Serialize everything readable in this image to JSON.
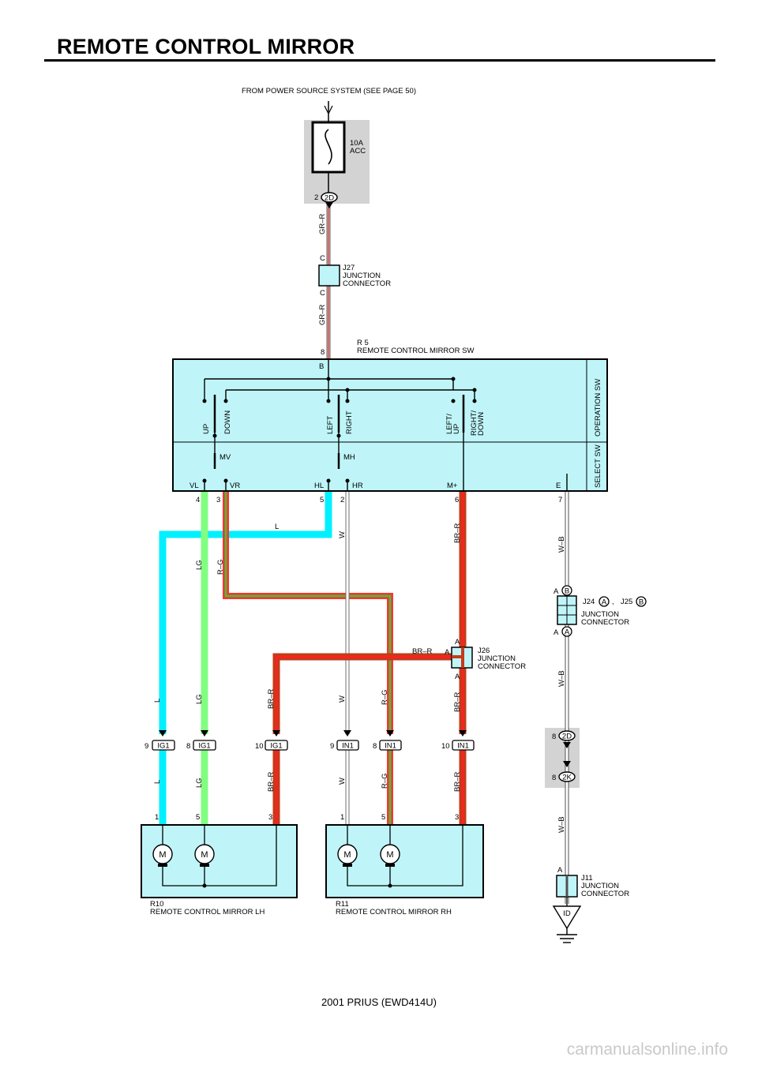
{
  "title": "REMOTE CONTROL MIRROR",
  "footer": "2001 PRIUS (EWD414U)",
  "watermark": "carmanualsonline.info",
  "colors": {
    "L": "#00f0ff",
    "LG": "#80ff80",
    "R-G": "#ff3333",
    "BR-R": "#c43a1a",
    "W": "#ffffff",
    "W-B": "#ffffff",
    "GR-R": "#e6b8b8",
    "panel": "#bff5f8",
    "gray": "#d3d3d3"
  },
  "power": {
    "from": "FROM POWER SOURCE SYSTEM (SEE PAGE 50)",
    "fuse_amp": "10A",
    "fuse_name": "ACC",
    "conn_pin": "2",
    "conn_id": "2D"
  },
  "wires": {
    "gr_r": "GR–R",
    "l": "L",
    "lg": "LG",
    "r_g": "R–G",
    "w": "W",
    "br_r": "BR–R",
    "w_b": "W–B"
  },
  "j27": {
    "pin_top": "C",
    "pin_bottom": "C",
    "id": "J27",
    "line1": "JUNCTION",
    "line2": "CONNECTOR"
  },
  "r5": {
    "id": "R 5",
    "name": "REMOTE CONTROL MIRROR SW",
    "pin8": "8",
    "term_b": "B",
    "operation_label": "OPERATION SW",
    "select_label": "SELECT SW",
    "sw_up": "UP",
    "sw_down": "DOWN",
    "sw_left": "LEFT",
    "sw_right": "RIGHT",
    "sw_leftup_1": "LEFT/",
    "sw_leftup_2": "UP",
    "sw_rightdown_1": "RIGHT/",
    "sw_rightdown_2": "DOWN",
    "mv": "MV",
    "mh": "MH",
    "vl": "VL",
    "vr": "VR",
    "hl": "HL",
    "hr": "HR",
    "mplus": "M+",
    "e": "E",
    "p4": "4",
    "p3": "3",
    "p5": "5",
    "p2": "2",
    "p6": "6",
    "p7": "7"
  },
  "j24": {
    "pin_b_letter": "A",
    "conn_b": "B",
    "pin_a_letter": "A",
    "conn_a": "A",
    "id1": "J24",
    "id1_conn": "A",
    "comma": ",",
    "id2": "J25",
    "id2_conn": "B",
    "line1": "JUNCTION",
    "line2": "CONNECTOR"
  },
  "j26": {
    "pin_top": "A",
    "pin_left": "A",
    "pin_bottom": "A",
    "id": "J26",
    "line1": "JUNCTION",
    "line2": "CONNECTOR"
  },
  "inline": {
    "c1_pin": "9",
    "c1_id": "IG1",
    "c2_pin": "8",
    "c2_id": "IG1",
    "c3_pin": "10",
    "c3_id": "IG1",
    "c4_pin": "9",
    "c4_id": "IN1",
    "c5_pin": "8",
    "c5_id": "IN1",
    "c6_pin": "10",
    "c6_id": "IN1"
  },
  "gnd_conn": {
    "top_pin": "8",
    "top_id": "2D",
    "bottom_pin": "8",
    "bottom_id": "2K"
  },
  "r10": {
    "id": "R10",
    "name": "REMOTE CONTROL MIRROR LH",
    "p1": "1",
    "p5": "5",
    "p3": "3",
    "motor": "M"
  },
  "r11": {
    "id": "R11",
    "name": "REMOTE CONTROL MIRROR RH",
    "p1": "1",
    "p5": "5",
    "p3": "3",
    "motor": "M"
  },
  "j11": {
    "pin": "A",
    "id": "J11",
    "line1": "JUNCTION",
    "line2": "CONNECTOR",
    "ground": "ID"
  }
}
